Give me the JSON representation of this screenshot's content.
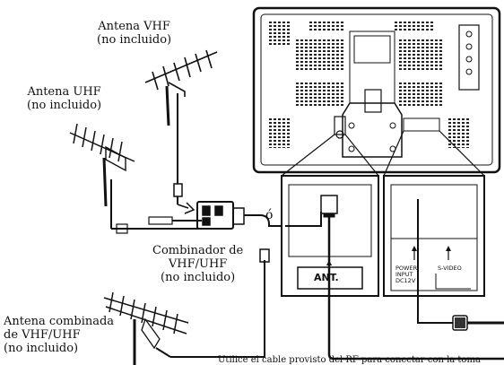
{
  "labels": {
    "vhf_antenna": [
      "Antena VHF",
      "(no incluido)"
    ],
    "uhf_antenna": [
      "Antena UHF",
      "(no incluido)"
    ],
    "combiner": [
      "Combinador de",
      "VHF/UHF",
      "(no incluido)"
    ],
    "combo_antenna": [
      "Antena combinada",
      "de VHF/UHF",
      "(no incluido)"
    ],
    "or": "ó"
  },
  "panel": {
    "ant": "ANT.",
    "power_input": [
      "POWER",
      "INPUT",
      "DC12V"
    ],
    "svideo": "S-VIDEO"
  },
  "caption": "Utilice el cable provisto del RF para conectar con la toma",
  "colors": {
    "line": "#111111",
    "background": "#ffffff"
  },
  "icons": [
    "tv-rear-icon",
    "vhf-antenna-icon",
    "uhf-antenna-icon",
    "combiner-icon",
    "combo-antenna-icon",
    "plug-icon"
  ]
}
